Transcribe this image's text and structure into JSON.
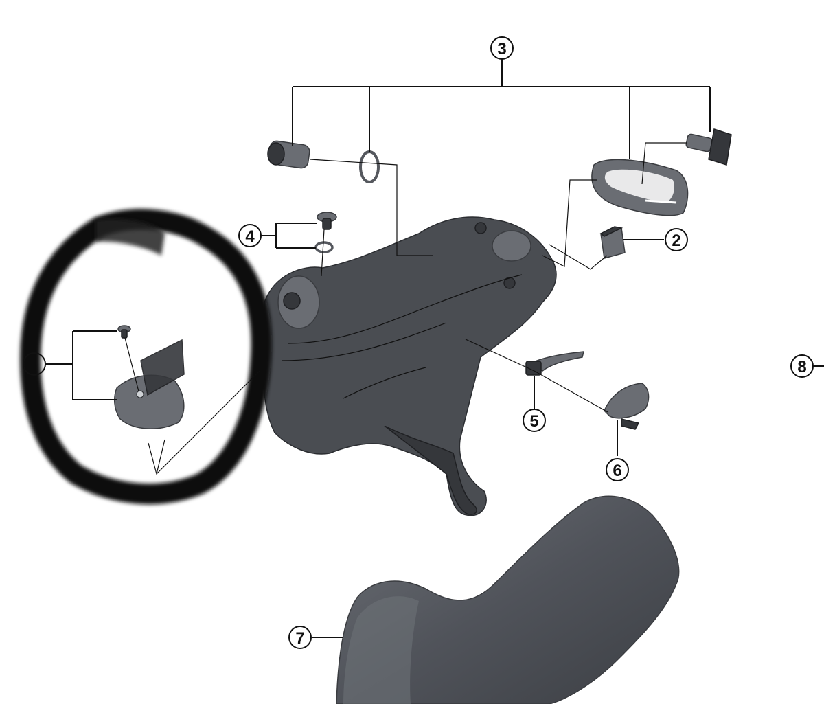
{
  "callouts": {
    "c2": "2",
    "c3": "3",
    "c4": "4",
    "c5": "5",
    "c6": "6",
    "c7": "7",
    "c8": "8"
  },
  "colors": {
    "part_fill": "#4a4d52",
    "part_dark": "#35373b",
    "hood_fill": "#55585e",
    "annotation_marker": "#0a0a0a",
    "line": "#111111"
  },
  "icons": {
    "annotation": "hand-drawn-circle-marker"
  }
}
